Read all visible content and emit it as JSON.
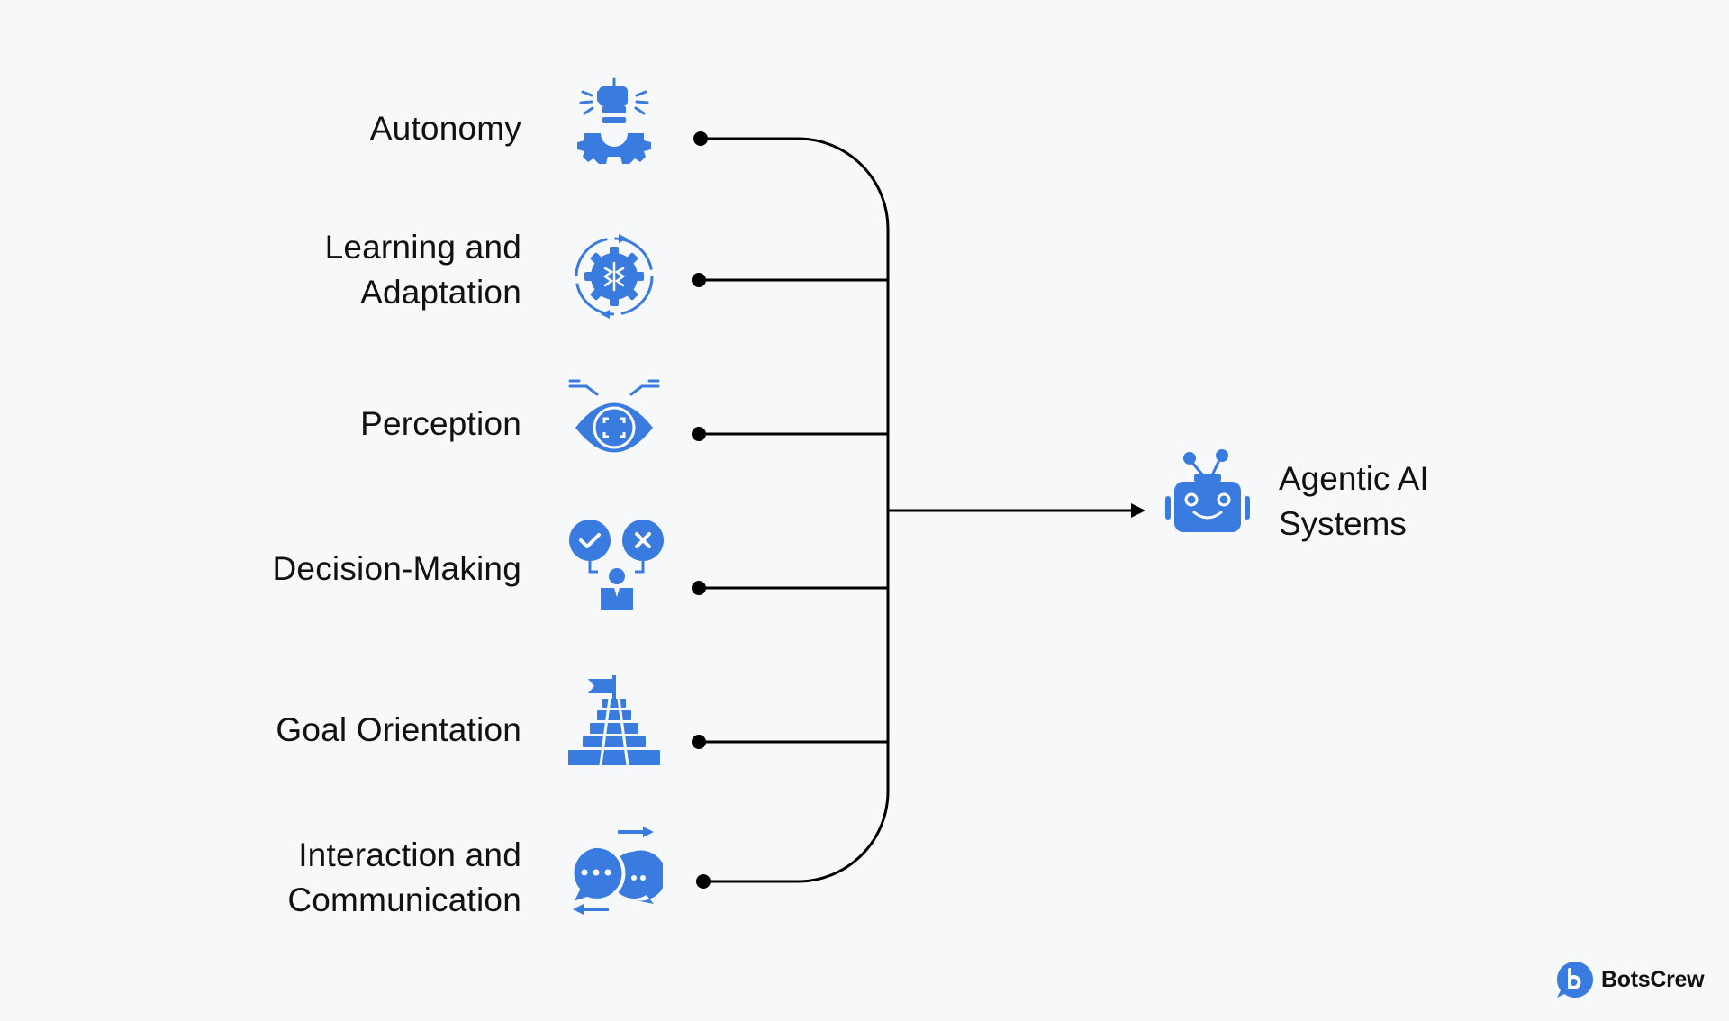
{
  "colors": {
    "accent": "#3a7be0",
    "line": "#000000",
    "background": "#f6f8fa"
  },
  "items": [
    {
      "lines": [
        "Autonomy"
      ],
      "icon": "fist-gear-icon"
    },
    {
      "lines": [
        "Learning and",
        "Adaptation"
      ],
      "icon": "brain-gear-cycle-icon"
    },
    {
      "lines": [
        "Perception"
      ],
      "icon": "eye-scan-icon"
    },
    {
      "lines": [
        "Decision-Making"
      ],
      "icon": "decision-person-icon"
    },
    {
      "lines": [
        "Goal Orientation"
      ],
      "icon": "flag-stairs-icon"
    },
    {
      "lines": [
        "Interaction and",
        "Communication"
      ],
      "icon": "chat-bubbles-icon"
    }
  ],
  "target": {
    "lines": [
      "Agentic AI",
      "Systems"
    ],
    "icon": "robot-icon"
  },
  "brand": {
    "name": "BotsCrew",
    "icon": "botscrew-logo-icon"
  }
}
